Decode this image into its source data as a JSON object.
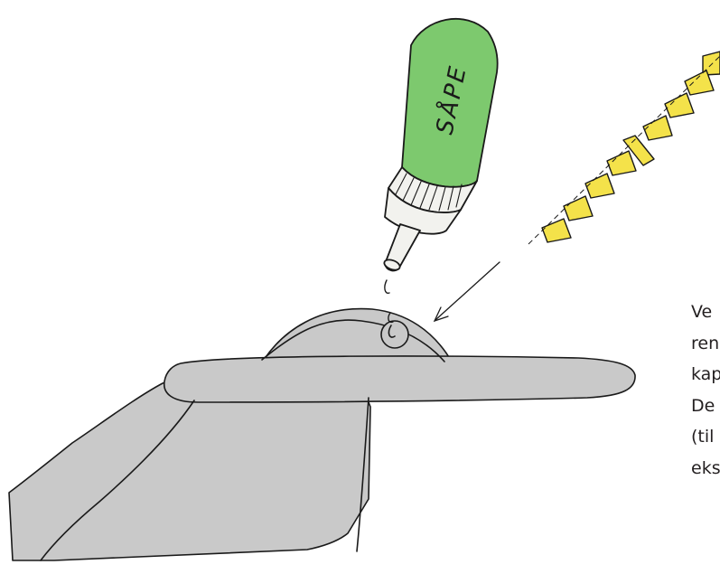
{
  "tube": {
    "label": "SÅPE"
  },
  "caption": {
    "lines": [
      "Ve",
      "ren",
      "kap",
      "De",
      "(til",
      "eks"
    ]
  },
  "colors": {
    "tube_green": "#7dc96e",
    "cap_white": "#f2f2ee",
    "nipple_yellow": "#f4e24a",
    "plate_grey": "#c9c9c9",
    "ink": "#1a1a1a"
  }
}
